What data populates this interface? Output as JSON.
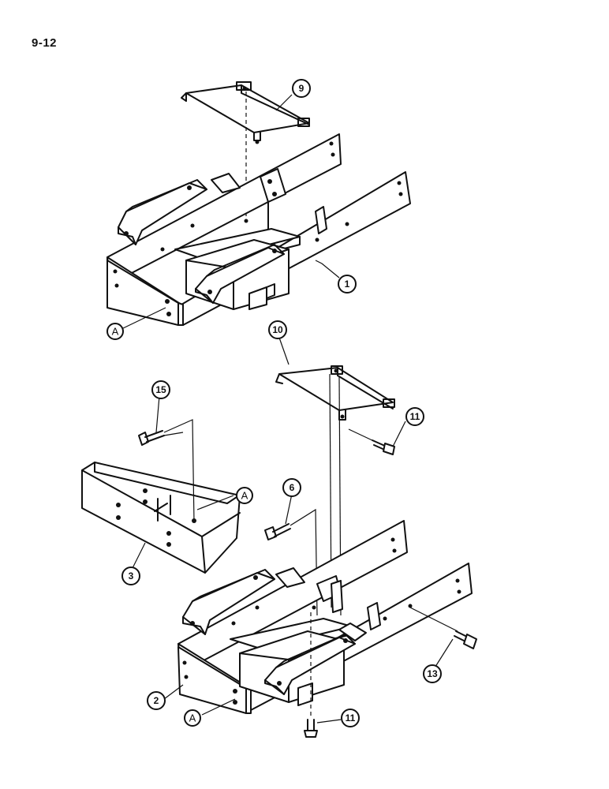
{
  "page": {
    "number": "9-12"
  },
  "callouts": {
    "c9": "9",
    "c1": "1",
    "cA1": "A",
    "c10": "10",
    "c11a": "11",
    "c15": "15",
    "cA2": "A",
    "c6": "6",
    "c3": "3",
    "c13": "13",
    "c2": "2",
    "cA3": "A",
    "c11b": "11"
  }
}
